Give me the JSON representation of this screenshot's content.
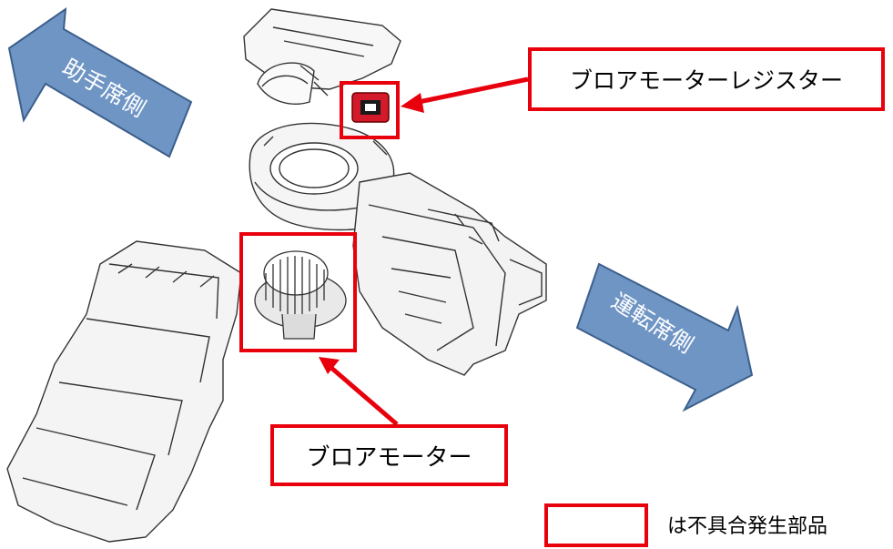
{
  "labels": {
    "passenger_side": "助手席側",
    "driver_side": "運転席側",
    "blower_motor_resistor": "ブロアモーターレジスター",
    "blower_motor": "ブロアモーター",
    "legend": "は不具合発生部品"
  },
  "colors": {
    "highlight_red": "#e8000d",
    "arrow_fill": "#6f95c4",
    "arrow_outline": "#3c5f8c",
    "line_art": "#333333"
  },
  "icons": {
    "passenger_arrow": "large-arrow-up-left",
    "driver_arrow": "large-arrow-down-right"
  }
}
